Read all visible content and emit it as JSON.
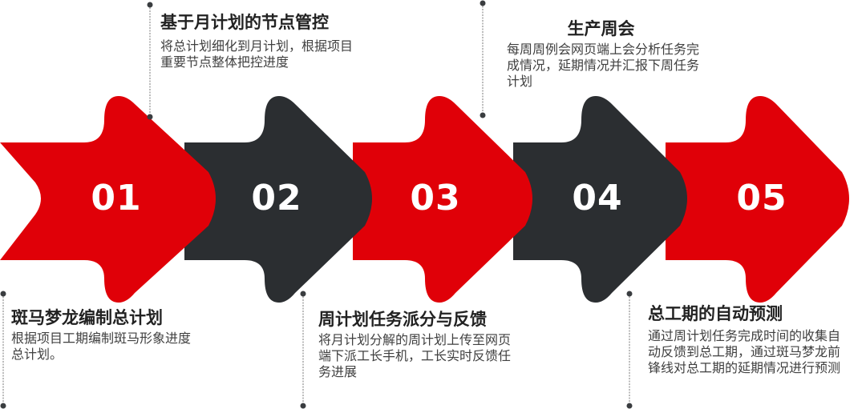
{
  "colors": {
    "red": "#e00008",
    "dark": "#2b2e31",
    "connector": "#a6a6a6",
    "dot": "#3a3d40"
  },
  "steps": [
    {
      "number": "01",
      "color": "red",
      "position": "bottom",
      "title": "斑马梦龙编制总计划",
      "description": "根据项目工期编制斑马形象进度总计划。"
    },
    {
      "number": "02",
      "color": "dark",
      "position": "top",
      "title": "基于月计划的节点管控",
      "description": "将总计划细化到月计划，根据项目重要节点整体把控进度"
    },
    {
      "number": "03",
      "color": "red",
      "position": "bottom",
      "title": "周计划任务派分与反馈",
      "description": "将月计划分解的周计划上传至网页端下派工长手机，工长实时反馈任务进展"
    },
    {
      "number": "04",
      "color": "dark",
      "position": "top",
      "title": "生产周会",
      "description": "每周周例会网页端上会分析任务完成情况，延期情况并汇报下周任务计划"
    },
    {
      "number": "05",
      "color": "red",
      "position": "bottom",
      "title": "总工期的自动预测",
      "description": "通过周计划任务完成时间的收集自动反馈到总工期，通过斑马梦龙前锋线对总工期的延期情况进行预测"
    }
  ]
}
